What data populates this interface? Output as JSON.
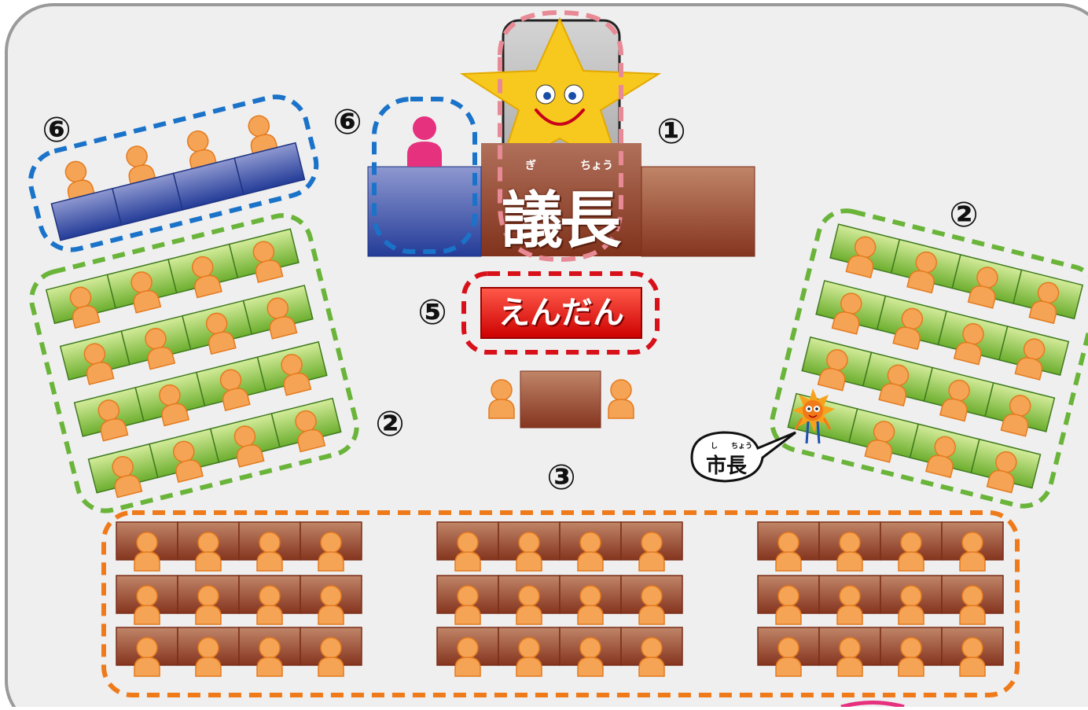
{
  "labels": {
    "chair": "①",
    "assembly_left": "②",
    "assembly_right": "②",
    "citizens": "③",
    "podium": "⑤",
    "secretary_left": "⑥",
    "secretary_center": "⑥"
  },
  "chair_desk": {
    "furigana_gi": "ぎ",
    "furigana_chou": "ちょう",
    "title": "議長"
  },
  "podium": {
    "text": "えんだん"
  },
  "mayor": {
    "furigana_shi": "し",
    "furigana_chou": "ちょう",
    "text": "市長"
  },
  "colors": {
    "background": "#efefef",
    "frame": "#9a9a9a",
    "chair_zone": "#e88a95",
    "secretary_zone": "#1a73c9",
    "assembly_zone": "#6ab43a",
    "citizens_zone": "#ef7a1a",
    "podium_zone": "#d8101a",
    "person": "#f5a455",
    "person_outline": "#e57a1f",
    "brown_desk": "#8c3a22",
    "green_desk": "#8cc84a",
    "blue_desk": "#2d4aa0",
    "star": "#f7c81e"
  }
}
